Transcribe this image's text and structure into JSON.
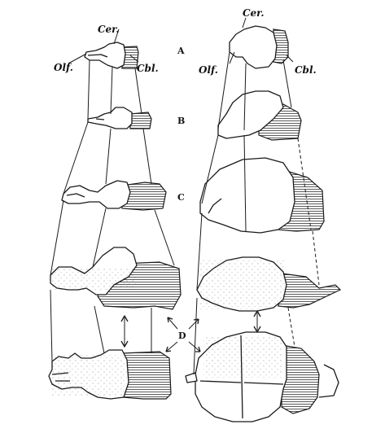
{
  "labels": {
    "cer_left": "Cer.",
    "olf_left": "Olf.",
    "cbl_left": "Cbl.",
    "cer_right": "Cer.",
    "olf_right": "Olf.",
    "cbl_right": "Cbl."
  },
  "rows": {
    "a": "A",
    "b": "B",
    "c": "C",
    "d": "D"
  }
}
